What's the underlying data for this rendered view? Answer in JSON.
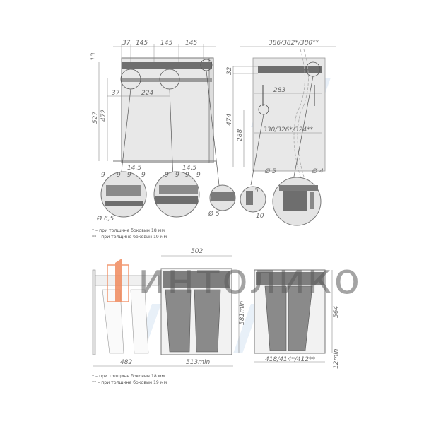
{
  "drawing": {
    "top_front_view": {
      "dims_top": [
        "37",
        "145",
        "145",
        "145"
      ],
      "dim_left_small": "13",
      "dim_height_outer": "527",
      "dim_height_inner": "472",
      "dim_offset": "37",
      "dim_span": "224"
    },
    "top_side_view": {
      "dim_width_top": "386/382*/380**",
      "dim_left_top": "32",
      "dim_height": "474",
      "dim_lower": "288",
      "dim_inner": "283",
      "dim_bottom_width": "330/326*/324**"
    },
    "detail_callouts": {
      "d1_spacing": [
        "9",
        "9",
        "9",
        "9"
      ],
      "d1_pitch": "14,5",
      "d1_hole": "Ø 6,5",
      "d2_spacing": [
        "9",
        "9",
        "9",
        "9"
      ],
      "d2_pitch": "14,5",
      "d3_hole": "Ø 5",
      "d4_dim_v": "5",
      "d4_dim_h": "10",
      "d5_hole_a": "Ø 5",
      "d5_hole_b": "Ø 4"
    },
    "notes_top": [
      "* – при толщине боковин 18 мм",
      "** – при толщине боковин 19 мм"
    ],
    "bottom_views": {
      "dim_top_width": "502",
      "dim_bin_height": "581min",
      "dim_left_width": "482",
      "dim_mid_width": "513min",
      "dim_right_height": "564",
      "dim_right_bottom": "12min",
      "dim_right_width": "418/414*/412**"
    },
    "notes_bottom": [
      "* – при толщине боковин 18 мм",
      "** – при толщине боковин 19 мм"
    ],
    "watermark": "интолико",
    "colors": {
      "background": "#ffffff",
      "panel": "#e6e6e6",
      "bin_dark": "#8a8a8a",
      "line": "#555555",
      "logo_orange": "#f08a5d",
      "watermark_blue": "#cfe0f0"
    }
  }
}
